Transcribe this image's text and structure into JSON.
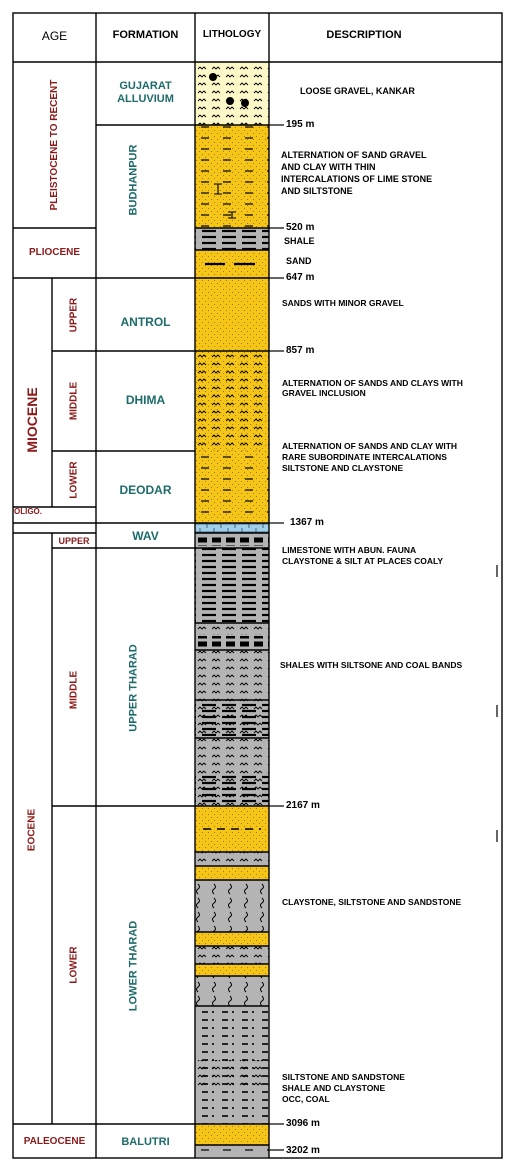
{
  "headers": {
    "age": "AGE",
    "formation": "FORMATION",
    "lithology": "LITHOLOGY",
    "description": "DESCRIPTION"
  },
  "ages": {
    "pleistocene": "PLEISTOCENE TO RECENT",
    "pliocene": "PLIOCENE",
    "miocene": "MIOCENE",
    "miocene_upper": "UPPER",
    "miocene_middle": "MIDDLE",
    "miocene_lower": "LOWER",
    "oligo": "OLIGO.",
    "oligo_upper": "UPPER",
    "eocene": "EOCENE",
    "eocene_middle": "MIDDLE",
    "eocene_lower": "LOWER",
    "paleocene": "PALEOCENE"
  },
  "formations": {
    "gujarat_alluvium": "GUJARAT ALLUVIUM",
    "budhanpur": "BUDHANPUR",
    "antrol": "ANTROL",
    "dhima": "DHIMA",
    "deodar": "DEODAR",
    "wav": "WAV",
    "upper_tharad": "UPPER THARAD",
    "lower_tharad": "LOWER THARAD",
    "balutri": "BALUTRI"
  },
  "depths": {
    "d195": "195 m",
    "d520": "520 m",
    "d647": "647 m",
    "d857": "857 m",
    "d1367": "1367 m",
    "d2167": "2167 m",
    "d3096": "3096 m",
    "d3202": "3202 m"
  },
  "descriptions": {
    "alluvium": "LOOSE GRAVEL, KANKAR",
    "budhanpur_1": "ALTERNATION OF SAND GRAVEL",
    "budhanpur_2": "AND CLAY WITH THIN",
    "budhanpur_3": "INTERCALATIONS OF LIME STONE",
    "budhanpur_4": "AND SILTSTONE",
    "shale": "SHALE",
    "sand": "SAND",
    "antrol": "SANDS WITH MINOR GRAVEL",
    "dhima_1": "ALTERNATION OF SANDS AND CLAYS WITH",
    "dhima_2": "GRAVEL INCLUSION",
    "deodar_1": "ALTERNATION OF SANDS AND CLAY WITH",
    "deodar_2": "RARE SUBORDINATE INTERCALATIONS",
    "deodar_3": "SILTSTONE AND CLAYSTONE",
    "wav_1": "LIMESTONE WITH ABUN. FAUNA",
    "wav_2": "CLAYSTONE & SILT AT PLACES COALY",
    "upper_tharad": "SHALES WITH SILTSONE AND COAL BANDS",
    "lower_tharad": "CLAYSTONE, SILTSTONE AND SANDSTONE",
    "bottom_1": "SILTSTONE AND SANDSTONE",
    "bottom_2": "SHALE AND CLAYSTONE",
    "bottom_3": "OCC, COAL"
  },
  "colors": {
    "sand_yellow": "#f5c518",
    "shale_grey": "#b4b4b4",
    "alluvium_cream": "#fdf8c8",
    "limestone_blue": "#9fd0e8",
    "age_text": "#8b1a1a",
    "formation_text": "#1e6b6b"
  }
}
